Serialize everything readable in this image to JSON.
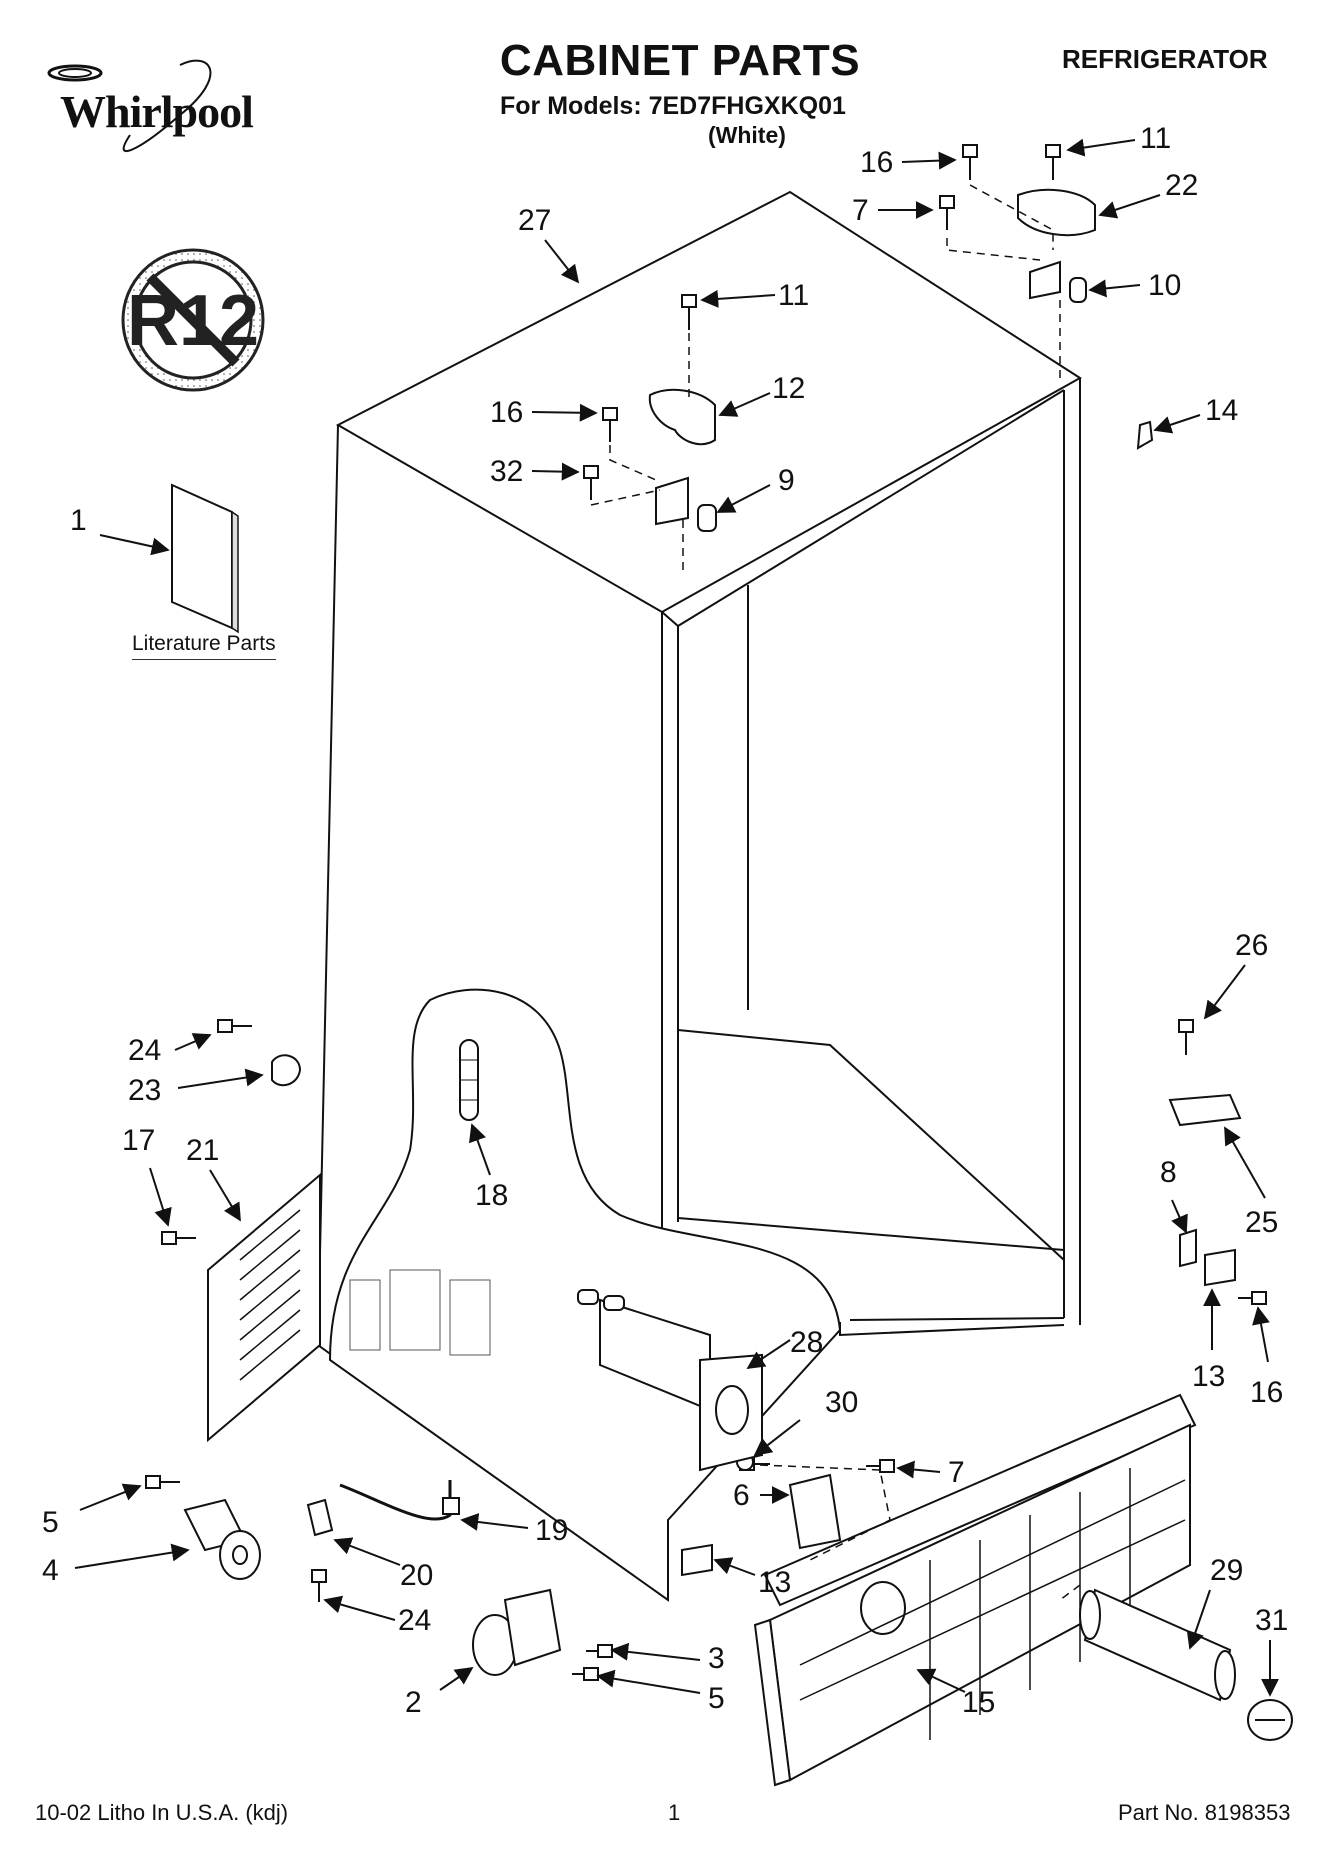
{
  "header": {
    "brand": "Whirlpool",
    "title": "CABINET PARTS",
    "models_line": "For Models: 7ED7FHGXKQ01",
    "finish": "(White)",
    "category": "REFRIGERATOR"
  },
  "badge": {
    "text": "R12",
    "icon": "no-r12-prohibition-icon"
  },
  "literature": {
    "label": "Literature Parts"
  },
  "footer": {
    "litho": "10-02 Litho In U.S.A. (kdj)",
    "page": "1",
    "part_no": "Part No. 8198353"
  },
  "callouts": [
    {
      "id": "c-1",
      "label": "1"
    },
    {
      "id": "c-27",
      "label": "27"
    },
    {
      "id": "c-16a",
      "label": "16"
    },
    {
      "id": "c-11a",
      "label": "11"
    },
    {
      "id": "c-7a",
      "label": "7"
    },
    {
      "id": "c-22",
      "label": "22"
    },
    {
      "id": "c-10",
      "label": "10"
    },
    {
      "id": "c-11b",
      "label": "11"
    },
    {
      "id": "c-12",
      "label": "12"
    },
    {
      "id": "c-16b",
      "label": "16"
    },
    {
      "id": "c-32",
      "label": "32"
    },
    {
      "id": "c-9",
      "label": "9"
    },
    {
      "id": "c-14",
      "label": "14"
    },
    {
      "id": "c-26",
      "label": "26"
    },
    {
      "id": "c-25",
      "label": "25"
    },
    {
      "id": "c-24a",
      "label": "24"
    },
    {
      "id": "c-23",
      "label": "23"
    },
    {
      "id": "c-17",
      "label": "17"
    },
    {
      "id": "c-21",
      "label": "21"
    },
    {
      "id": "c-18",
      "label": "18"
    },
    {
      "id": "c-8",
      "label": "8"
    },
    {
      "id": "c-13a",
      "label": "13"
    },
    {
      "id": "c-16c",
      "label": "16"
    },
    {
      "id": "c-28",
      "label": "28"
    },
    {
      "id": "c-30",
      "label": "30"
    },
    {
      "id": "c-6",
      "label": "6"
    },
    {
      "id": "c-7b",
      "label": "7"
    },
    {
      "id": "c-5a",
      "label": "5"
    },
    {
      "id": "c-4",
      "label": "4"
    },
    {
      "id": "c-19",
      "label": "19"
    },
    {
      "id": "c-20",
      "label": "20"
    },
    {
      "id": "c-24b",
      "label": "24"
    },
    {
      "id": "c-13b",
      "label": "13"
    },
    {
      "id": "c-29",
      "label": "29"
    },
    {
      "id": "c-31",
      "label": "31"
    },
    {
      "id": "c-2",
      "label": "2"
    },
    {
      "id": "c-3",
      "label": "3"
    },
    {
      "id": "c-5b",
      "label": "5"
    },
    {
      "id": "c-15",
      "label": "15"
    }
  ]
}
